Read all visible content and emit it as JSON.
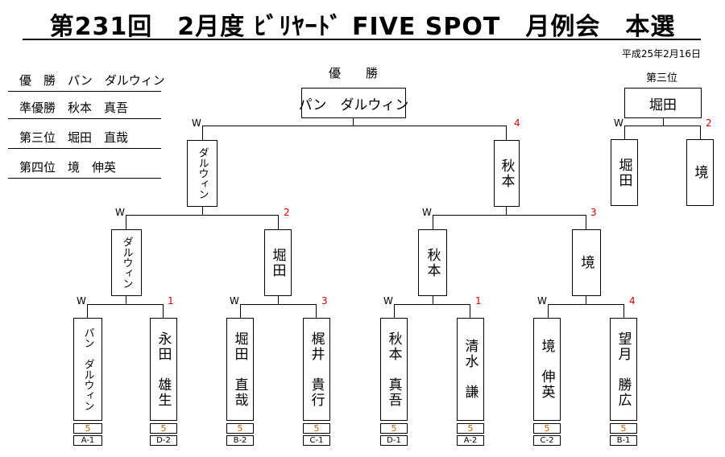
{
  "header": {
    "title": "第231回　2月度 ﾋﾞﾘﾔｰﾄﾞ FIVE SPOT　月例会　本選",
    "date": "平成25年2月16日"
  },
  "results": [
    {
      "text": "優　勝　パン　ダルウィン"
    },
    {
      "text": "準優勝　秋本　真吾"
    },
    {
      "text": "第三位　堀田　直哉"
    },
    {
      "text": "第四位　境　伸英"
    }
  ],
  "final": {
    "label": "優　勝",
    "winner": "パン　ダルウィン"
  },
  "third_place": {
    "label": "第三位",
    "winner": "堀田",
    "left": "堀田",
    "right": "境",
    "score": "2"
  },
  "semifinals": [
    {
      "name": "ダルウィン",
      "w": "W"
    },
    {
      "name": "秋本",
      "score": "4"
    }
  ],
  "quarterfinals": [
    {
      "name": "ダルウィン",
      "w": "W"
    },
    {
      "name": "堀田",
      "score": "2"
    },
    {
      "name": "秋本",
      "w": "W"
    },
    {
      "name": "境",
      "score": "3"
    }
  ],
  "first_round": [
    {
      "name": "パン　ダルウィン",
      "race": "5",
      "seed": "A-1"
    },
    {
      "name": "永田　雄生",
      "race": "5",
      "seed": "D-2"
    },
    {
      "name": "堀田　直哉",
      "race": "5",
      "seed": "B-2"
    },
    {
      "name": "梶井　貴行",
      "race": "5",
      "seed": "C-1"
    },
    {
      "name": "秋本　真吾",
      "race": "5",
      "seed": "D-1"
    },
    {
      "name": "清水　謙",
      "race": "5",
      "seed": "A-2"
    },
    {
      "name": "境　伸英",
      "race": "5",
      "seed": "C-2"
    },
    {
      "name": "望月　勝広",
      "race": "5",
      "seed": "B-1"
    }
  ],
  "first_round_marks": [
    {
      "w": "W",
      "score": "1"
    },
    {
      "w": "W",
      "score": "3"
    },
    {
      "w": "W",
      "score": "1"
    },
    {
      "w": "W",
      "score": "4"
    }
  ]
}
